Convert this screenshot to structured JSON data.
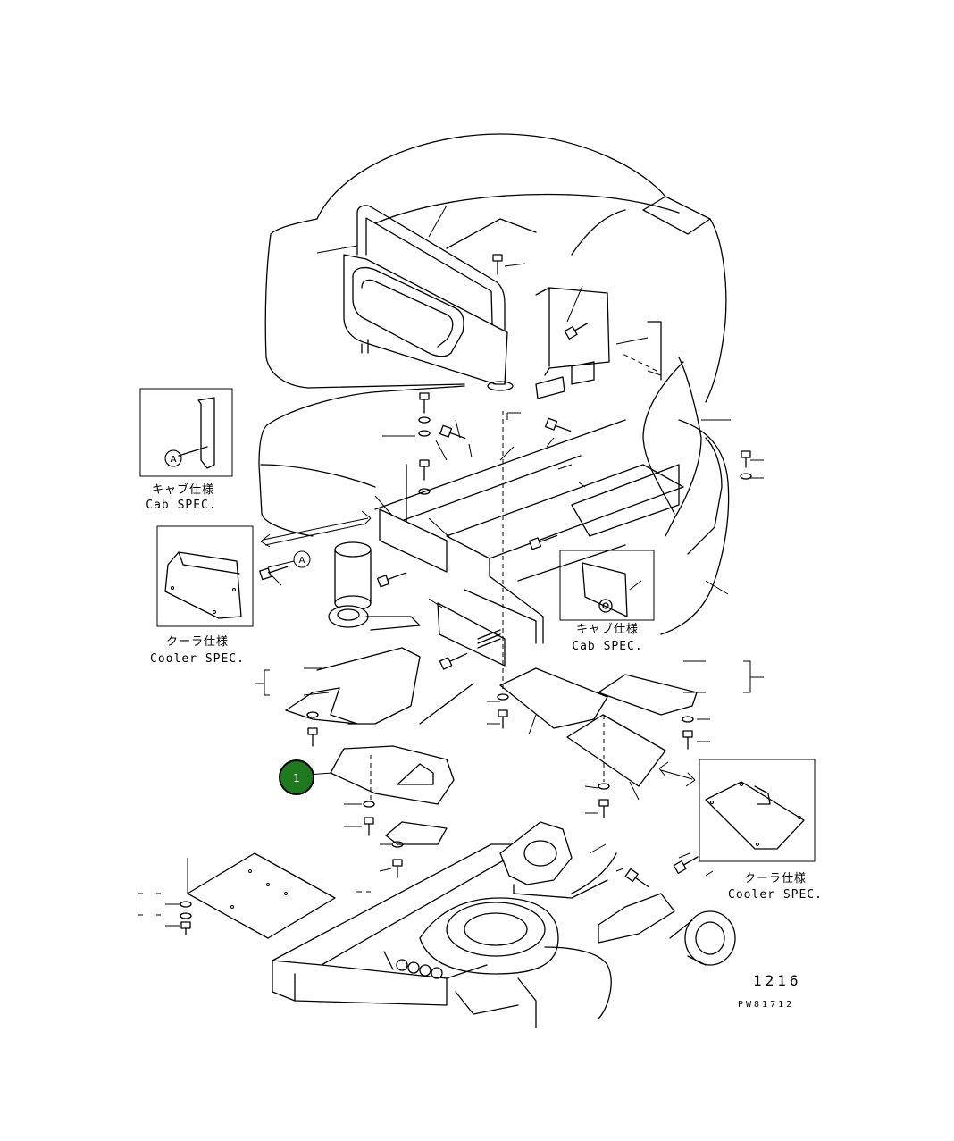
{
  "insets": {
    "cab_spec_top": {
      "jp": "キャブ仕様",
      "en": "Cab SPEC."
    },
    "cooler_spec_left": {
      "jp": "クーラ仕様",
      "en": "Cooler SPEC."
    },
    "cab_spec_mid": {
      "jp": "キャブ仕様",
      "en": "Cab SPEC."
    },
    "cooler_spec_right": {
      "jp": "クーラ仕様",
      "en": "Cooler SPEC."
    }
  },
  "reference_marks": [
    "A",
    "A"
  ],
  "callouts": [
    {
      "label": "1",
      "color": "#1f7a1f"
    }
  ],
  "page_number": "1216",
  "drawing_code": "PW81712"
}
